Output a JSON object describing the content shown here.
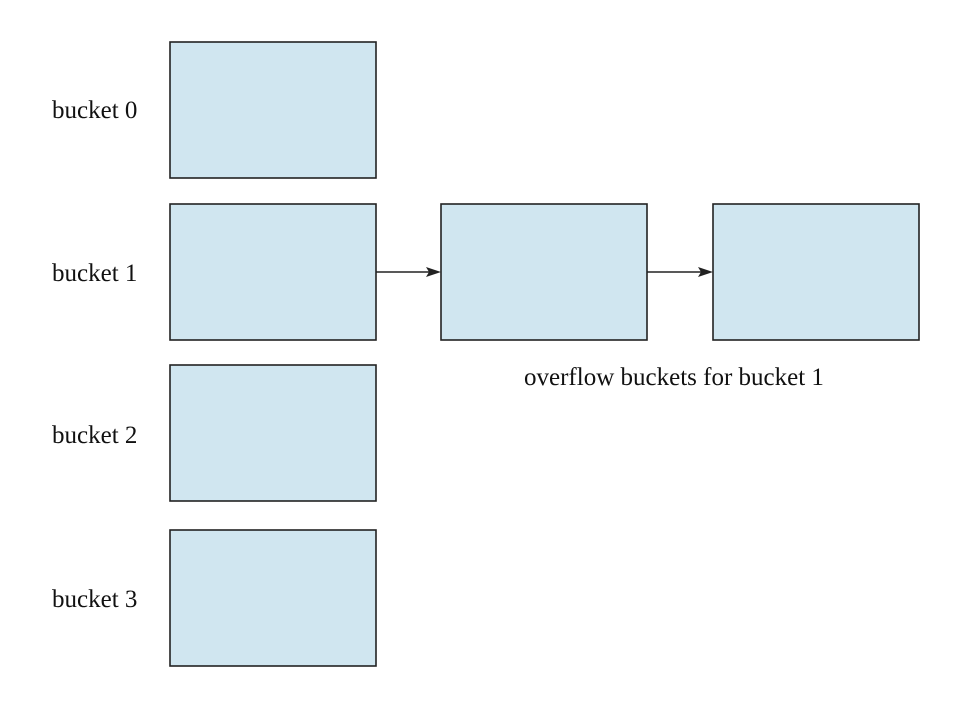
{
  "colors": {
    "bucket_fill": "#d0e6f0",
    "bucket_stroke": "#222222",
    "text": "#111111",
    "arrow": "#222222"
  },
  "buckets": [
    {
      "label": "bucket 0"
    },
    {
      "label": "bucket 1"
    },
    {
      "label": "bucket 2"
    },
    {
      "label": "bucket 3"
    }
  ],
  "overflow_chain": {
    "parent_bucket": "bucket 1",
    "caption": "overflow buckets for bucket 1"
  }
}
